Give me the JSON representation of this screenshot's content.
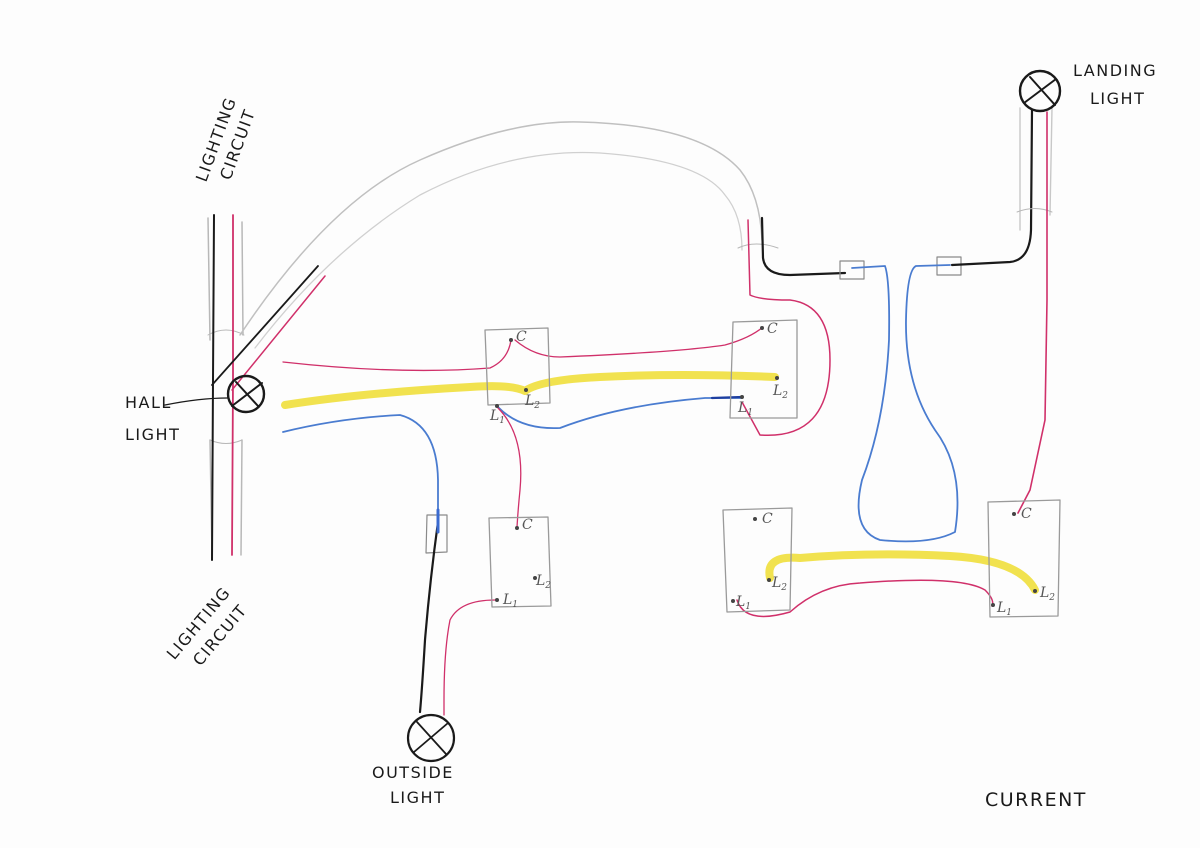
{
  "diagram": {
    "title": "CURRENT",
    "colors": {
      "live": "#d0306a",
      "neutral": "#1a1a1a",
      "strapper_yellow": "#f0e040",
      "switched_blue": "#4a7cd0",
      "sheath": "#b8b8b8",
      "box": "#9a9a9a"
    },
    "labels": {
      "lighting_circuit_top_1": "LIGHTING",
      "lighting_circuit_top_2": "CIRCUIT",
      "lighting_circuit_bottom_1": "LIGHTING",
      "lighting_circuit_bottom_2": "CIRCUIT",
      "hall_light_1": "HALL",
      "hall_light_2": "LIGHT",
      "landing_light_1": "LANDING",
      "landing_light_2": "LIGHT",
      "outside_light_1": "OUTSIDE",
      "outside_light_2": "LIGHT"
    },
    "terminals": {
      "common": "C",
      "l1": "L",
      "l1_sub": "1",
      "l2": "L",
      "l2_sub": "2"
    },
    "lights": [
      {
        "id": "hall-light",
        "icon": "lamp-symbol"
      },
      {
        "id": "landing-light",
        "icon": "lamp-symbol"
      },
      {
        "id": "outside-light",
        "icon": "lamp-symbol"
      }
    ],
    "switches": [
      {
        "id": "switch-hall-a"
      },
      {
        "id": "switch-hall-b"
      },
      {
        "id": "switch-outside"
      },
      {
        "id": "switch-landing-a"
      },
      {
        "id": "switch-landing-b"
      }
    ]
  }
}
